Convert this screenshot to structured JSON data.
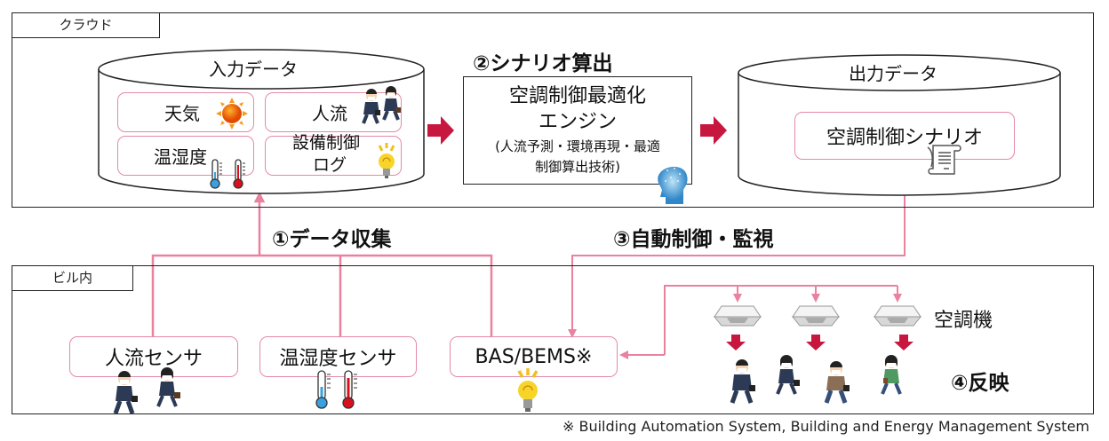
{
  "cloud": {
    "label": "クラウド",
    "input_db": {
      "title": "入力データ",
      "items": [
        {
          "label": "天気",
          "icon": "sun-icon"
        },
        {
          "label": "人流",
          "icon": "people-walking-icon"
        },
        {
          "label": "温湿度",
          "icon": "thermometer-icon"
        },
        {
          "label_line1": "設備制御",
          "label_line2": "ログ",
          "icon": "lightbulb-icon"
        }
      ]
    },
    "step2": {
      "label": "②シナリオ算出"
    },
    "engine": {
      "title_line1": "空調制御最適化",
      "title_line2": "エンジン",
      "sub_line1": "(人流予測・環境再現・最適",
      "sub_line2": "制御算出技術)",
      "icon": "ai-brain-head-icon"
    },
    "output_db": {
      "title": "出力データ",
      "scenario": {
        "label": "空調制御シナリオ",
        "icon": "scroll-document-icon"
      }
    }
  },
  "step1": {
    "label": "①データ収集"
  },
  "step3": {
    "label": "③自動制御・監視"
  },
  "building": {
    "label": "ビル内",
    "sensors": [
      {
        "label": "人流センサ",
        "icon": "people-walking-icon"
      },
      {
        "label": "温湿度センサ",
        "icon": "thermometer-icon"
      },
      {
        "label": "BAS/BEMS※",
        "icon": "lightbulb-icon"
      }
    ],
    "ac_label": "空調機",
    "step4": {
      "label": "④反映"
    }
  },
  "footnote": "※ Building Automation System, Building and Energy Management System",
  "colors": {
    "connector_pink": "#e8829f",
    "arrow_red": "#c8173f",
    "border": "#222222"
  }
}
